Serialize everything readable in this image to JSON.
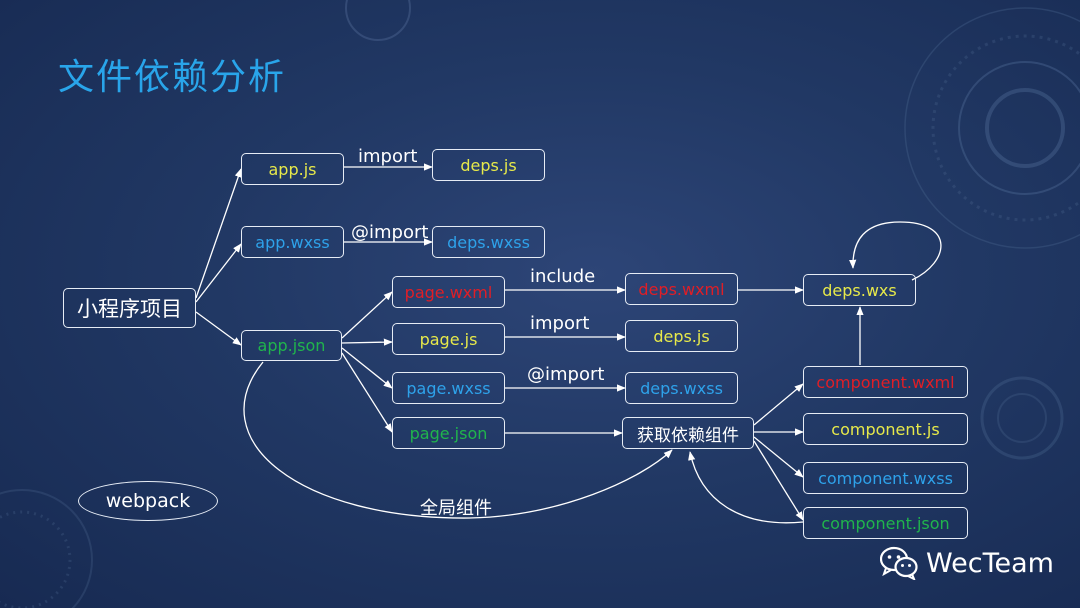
{
  "title": "文件依赖分析",
  "nodes": {
    "root": "小程序项目",
    "app_js": "app.js",
    "deps_js_1": "deps.js",
    "app_wxss": "app.wxss",
    "deps_wxss_1": "deps.wxss",
    "app_json": "app.json",
    "page_wxml": "page.wxml",
    "deps_wxml": "deps.wxml",
    "deps_wxs": "deps.wxs",
    "page_js": "page.js",
    "deps_js_2": "deps.js",
    "page_wxss": "page.wxss",
    "deps_wxss_2": "deps.wxss",
    "page_json": "page.json",
    "get_deps": "获取依赖组件",
    "component_wxml": "component.wxml",
    "component_js": "component.js",
    "component_wxss": "component.wxss",
    "component_json": "component.json",
    "webpack": "webpack"
  },
  "edge_labels": {
    "import_1": "import",
    "atimport_1": "@import",
    "include": "include",
    "import_2": "import",
    "atimport_2": "@import",
    "global_components": "全局组件"
  },
  "brand": "WecTeam",
  "colors": {
    "title": "#29a5ea",
    "js": "#e7e94a",
    "wxss": "#2ea2ea",
    "wxml": "#e01e26",
    "json": "#20b54c"
  }
}
